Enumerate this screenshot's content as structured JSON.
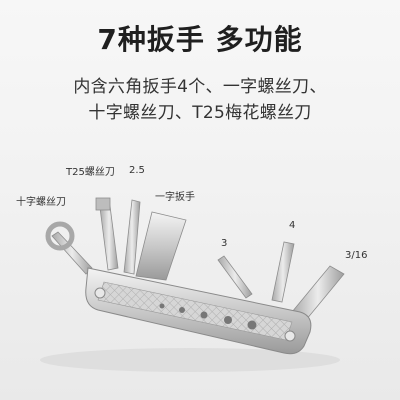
{
  "headline": "7种扳手 多功能",
  "description": {
    "line1": "内含六角扳手4个、一字螺丝刀、",
    "line2": "十字螺丝刀、T25梅花螺丝刀"
  },
  "callouts": {
    "t25": "T25螺丝刀",
    "size_2_5": "2.5",
    "flat": "一字扳手",
    "cross": "十字螺丝刀",
    "size_3": "3",
    "size_4": "4",
    "size_3_16": "3/16"
  }
}
